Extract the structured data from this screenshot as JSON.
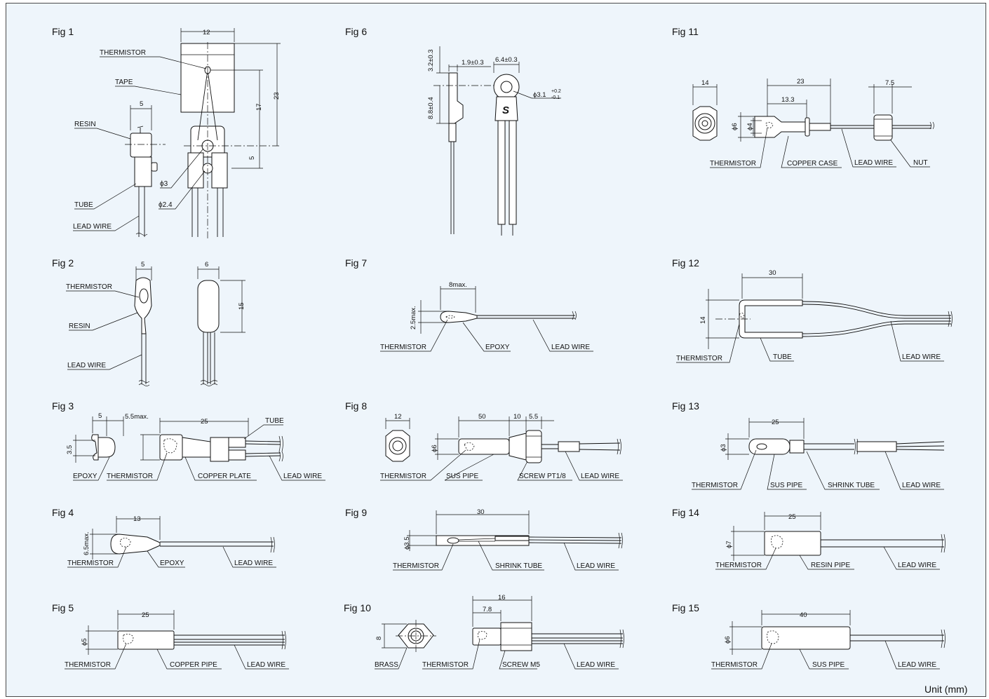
{
  "unit_note": "Unit (mm)",
  "figures": {
    "fig1": {
      "title": "Fig 1",
      "labels": [
        "THERMISTOR",
        "TAPE",
        "RESIN",
        "TUBE",
        "LEAD WIRE"
      ],
      "dims": [
        "12",
        "5",
        "17",
        "23",
        "5",
        "ϕ3",
        "ϕ2.4"
      ]
    },
    "fig2": {
      "title": "Fig 2",
      "labels": [
        "THERMISTOR",
        "RESIN",
        "LEAD WIRE"
      ],
      "dims": [
        "5",
        "6",
        "15"
      ]
    },
    "fig3": {
      "title": "Fig 3",
      "labels": [
        "EPOXY",
        "THERMISTOR",
        "COPPER PLATE",
        "TUBE",
        "LEAD WIRE"
      ],
      "dims": [
        "5",
        "5.5max.",
        "25",
        "3.5"
      ]
    },
    "fig4": {
      "title": "Fig 4",
      "labels": [
        "THERMISTOR",
        "EPOXY",
        "LEAD WIRE"
      ],
      "dims": [
        "13",
        "6.5max."
      ]
    },
    "fig5": {
      "title": "Fig 5",
      "labels": [
        "THERMISTOR",
        "COPPER PIPE",
        "LEAD WIRE"
      ],
      "dims": [
        "25",
        "ϕ5"
      ]
    },
    "fig6": {
      "title": "Fig 6",
      "labels": [],
      "dims": [
        "3.2±0.3",
        "1.9±0.3",
        "6.4±0.3",
        "8.8±0.4",
        "ϕ3.1",
        "+0.2",
        "-0.1"
      ]
    },
    "fig7": {
      "title": "Fig 7",
      "labels": [
        "THERMISTOR",
        "EPOXY",
        "LEAD WIRE"
      ],
      "dims": [
        "8max.",
        "2.5max."
      ]
    },
    "fig8": {
      "title": "Fig 8",
      "labels": [
        "THERMISTOR",
        "SUS PIPE",
        "SCREW PT1/8",
        "LEAD WIRE"
      ],
      "dims": [
        "12",
        "50",
        "10",
        "5.5",
        "ϕ6"
      ]
    },
    "fig9": {
      "title": "Fig 9",
      "labels": [
        "THERMISTOR",
        "SHRINK TUBE",
        "LEAD WIRE"
      ],
      "dims": [
        "30",
        "ϕ3.5"
      ]
    },
    "fig10": {
      "title": "Fig 10",
      "labels": [
        "BRASS",
        "THERMISTOR",
        "SCREW M5",
        "LEAD WIRE"
      ],
      "dims": [
        "8",
        "16",
        "7.8"
      ]
    },
    "fig11": {
      "title": "Fig 11",
      "labels": [
        "THERMISTOR",
        "COPPER CASE",
        "LEAD WIRE",
        "NUT"
      ],
      "dims": [
        "14",
        "23",
        "13.3",
        "7.5",
        "ϕ6",
        "ϕ4"
      ]
    },
    "fig12": {
      "title": "Fig 12",
      "labels": [
        "THERMISTOR",
        "TUBE",
        "LEAD WIRE"
      ],
      "dims": [
        "30",
        "14"
      ]
    },
    "fig13": {
      "title": "Fig 13",
      "labels": [
        "THERMISTOR",
        "SUS PIPE",
        "SHRINK TUBE",
        "LEAD WIRE"
      ],
      "dims": [
        "25",
        "ϕ3"
      ]
    },
    "fig14": {
      "title": "Fig 14",
      "labels": [
        "THERMISTOR",
        "RESIN PIPE",
        "LEAD WIRE"
      ],
      "dims": [
        "25",
        "ϕ7"
      ]
    },
    "fig15": {
      "title": "Fig 15",
      "labels": [
        "THERMISTOR",
        "SUS PIPE",
        "LEAD WIRE"
      ],
      "dims": [
        "40",
        "ϕ6"
      ]
    }
  }
}
